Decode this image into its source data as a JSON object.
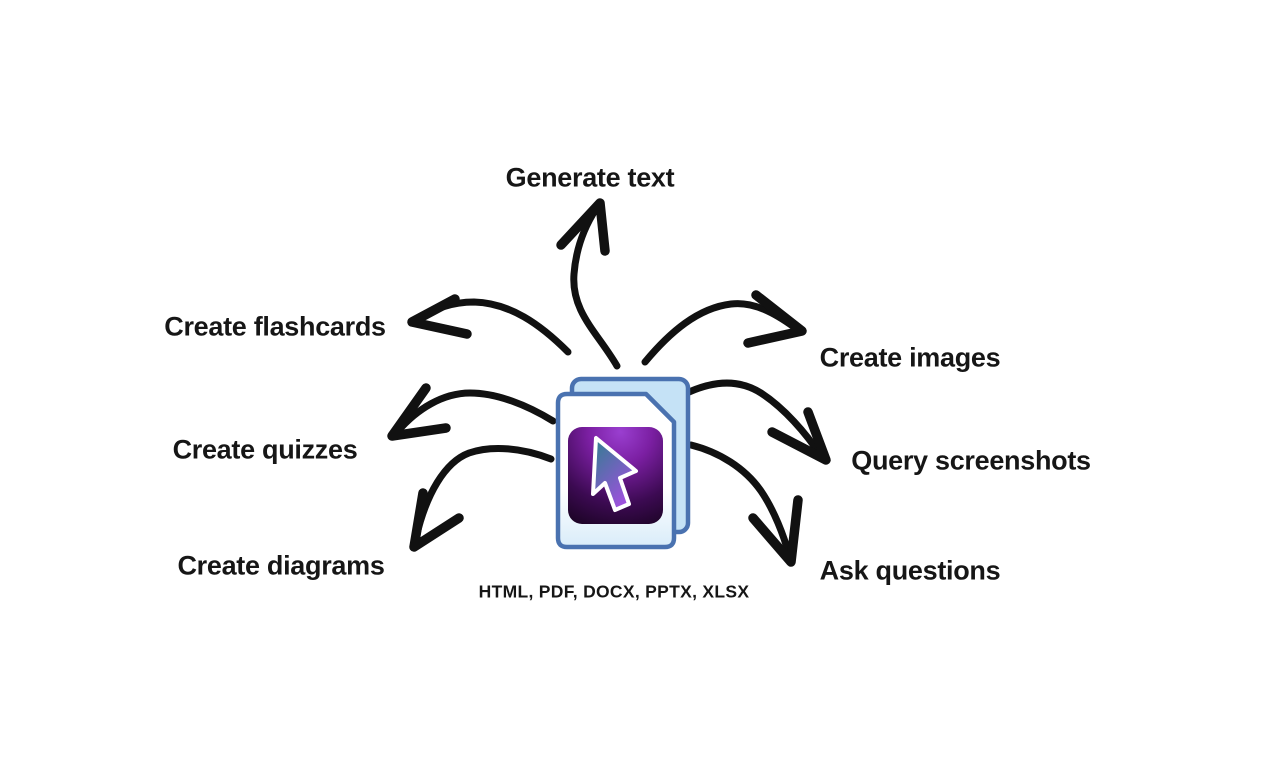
{
  "center": {
    "icon": "document-cursor-icon",
    "caption": "HTML, PDF, DOCX, PPTX, XLSX"
  },
  "nodes": [
    {
      "label": "Generate text",
      "position": "top"
    },
    {
      "label": "Create flashcards",
      "position": "upper-left"
    },
    {
      "label": "Create images",
      "position": "upper-right"
    },
    {
      "label": "Create quizzes",
      "position": "middle-left"
    },
    {
      "label": "Query screenshots",
      "position": "middle-right"
    },
    {
      "label": "Create diagrams",
      "position": "lower-left"
    },
    {
      "label": "Ask questions",
      "position": "lower-right"
    }
  ],
  "colors": {
    "background": "#ffffff",
    "arrow": "#111111",
    "text": "#161616",
    "page_border": "#4a72b0",
    "page_back_fill": "#c5e2f6",
    "page_front_fill": "#ffffff",
    "page_front_tint": "#d9ecf9",
    "purple_top": "#9a3fd0",
    "purple_mid": "#7b1fa2",
    "purple_deep": "#3c0a52",
    "purple_dark": "#0d0110",
    "cursor_teal": "#2e7f8e",
    "cursor_purple": "#a24fe0",
    "cursor_outline": "#ffffff"
  }
}
